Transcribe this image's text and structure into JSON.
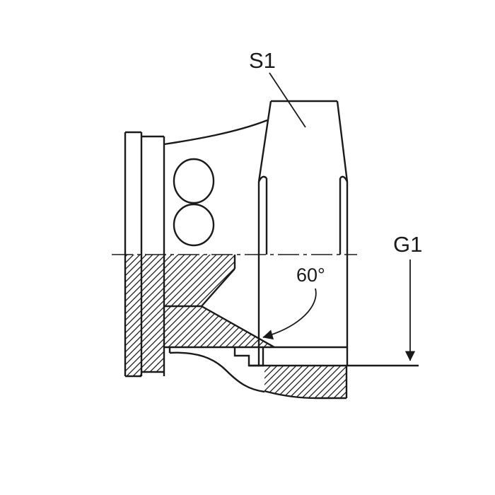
{
  "canvas": {
    "background": "#ffffff",
    "line_color": "#1a1a1a"
  },
  "labels": {
    "s1": "S1",
    "g1": "G1",
    "angle": "60°"
  }
}
